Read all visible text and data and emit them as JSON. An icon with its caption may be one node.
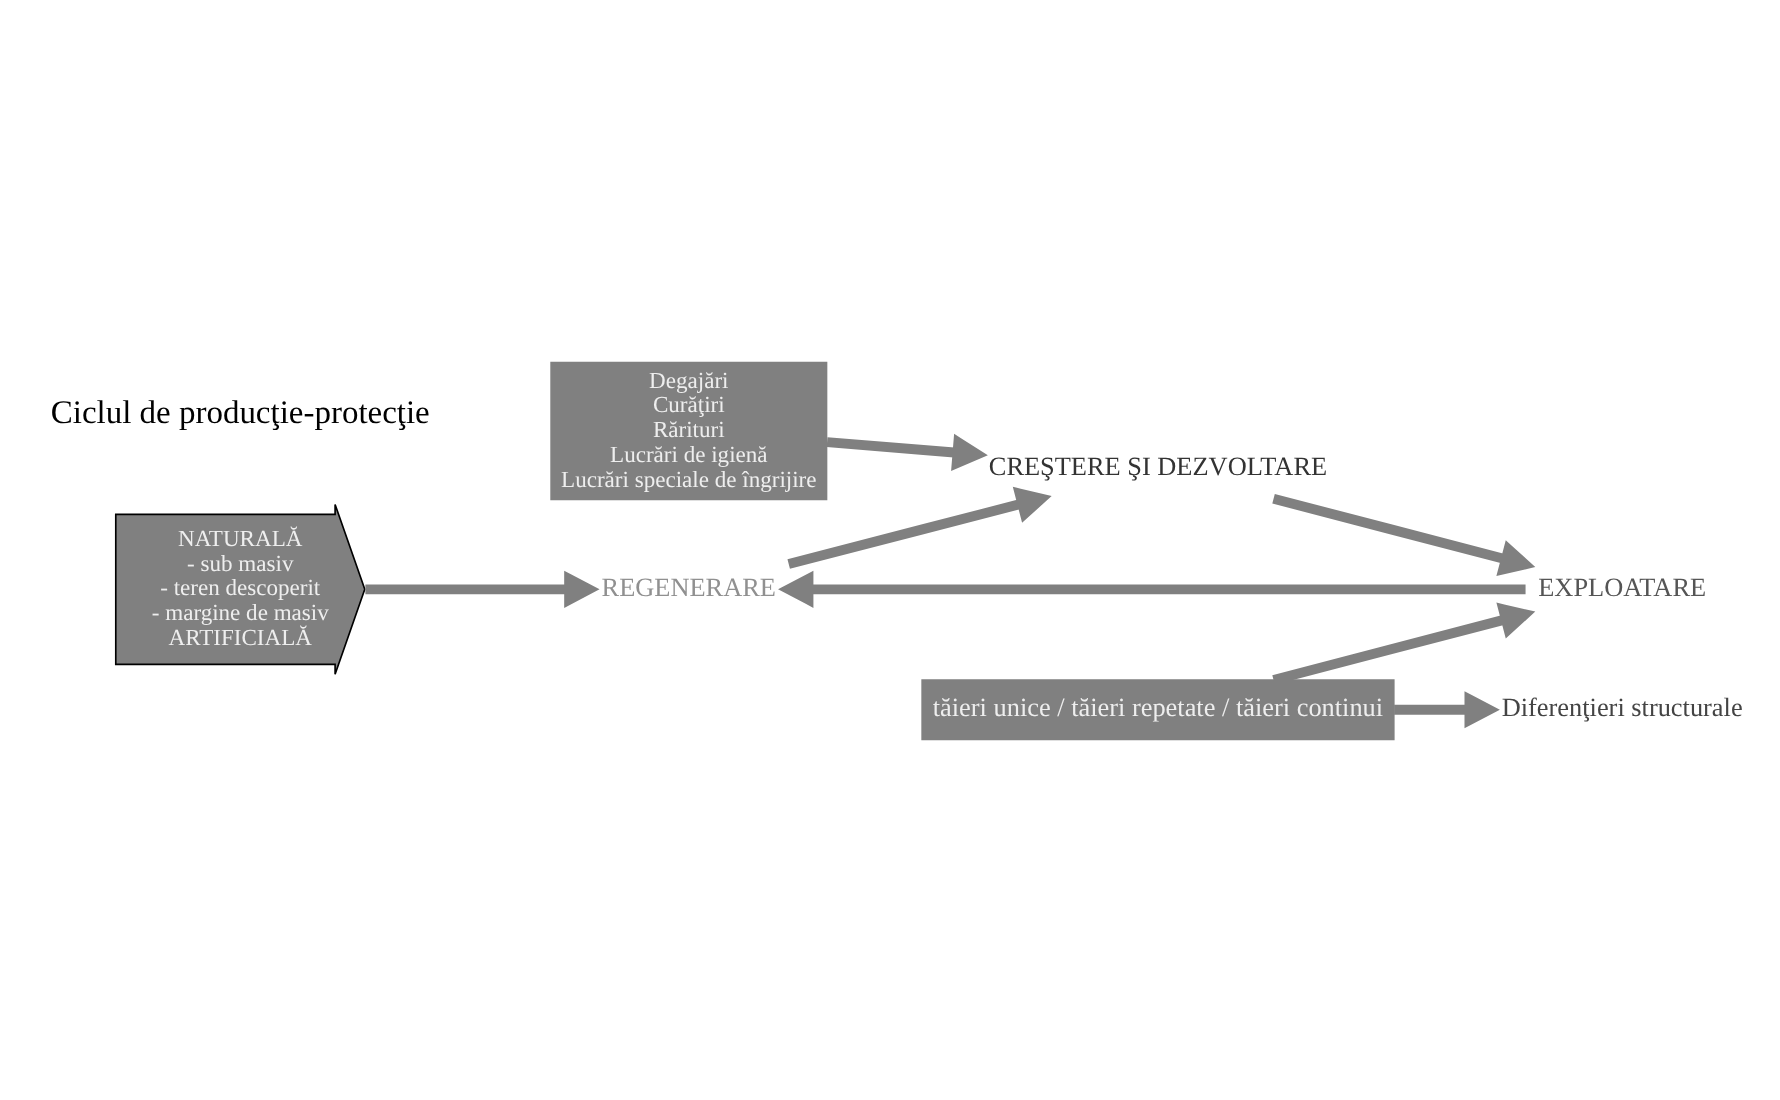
{
  "diagram": {
    "nodes": [
      {
        "text": [
          "NATURALĂ",
          "- sub masiv",
          "- teren descoperit",
          "- margine de masiv",
          "ARTIFICIALĂ"
        ]
      },
      {
        "text": [
          "REGENERARE"
        ]
      },
      {
        "text": [
          "CREŞTERE ŞI DEZVOLTARE"
        ]
      },
      {
        "text": [
          "Degajări",
          "Curăţiri",
          "Rărituri",
          "Lucrări de igienă",
          "Lucrări speciale de îngrijire"
        ]
      },
      {
        "text": [
          "EXPLOATARE"
        ]
      },
      {
        "text": [
          "tăieri unice / tăieri repetate / tăieri continui"
        ]
      },
      {
        "text": [
          "Diferenţieri structurale"
        ]
      }
    ],
    "edges": [
      {
        "from": 0,
        "to": 1,
        "arrow": "to"
      },
      {
        "from": 1,
        "to": 2,
        "arrow": "to"
      },
      {
        "from": 2,
        "to": 4,
        "arrow": "to"
      },
      {
        "from": 4,
        "to": 1,
        "arrow": "to"
      },
      {
        "from": 3,
        "to": 2,
        "arrow": "to"
      },
      {
        "from": 5,
        "to": 4,
        "arrow": "to"
      },
      {
        "from": 5,
        "to": 6,
        "arrow": "to"
      }
    ],
    "labels": [
      "Ciclul de producţie-protecţie"
    ]
  }
}
